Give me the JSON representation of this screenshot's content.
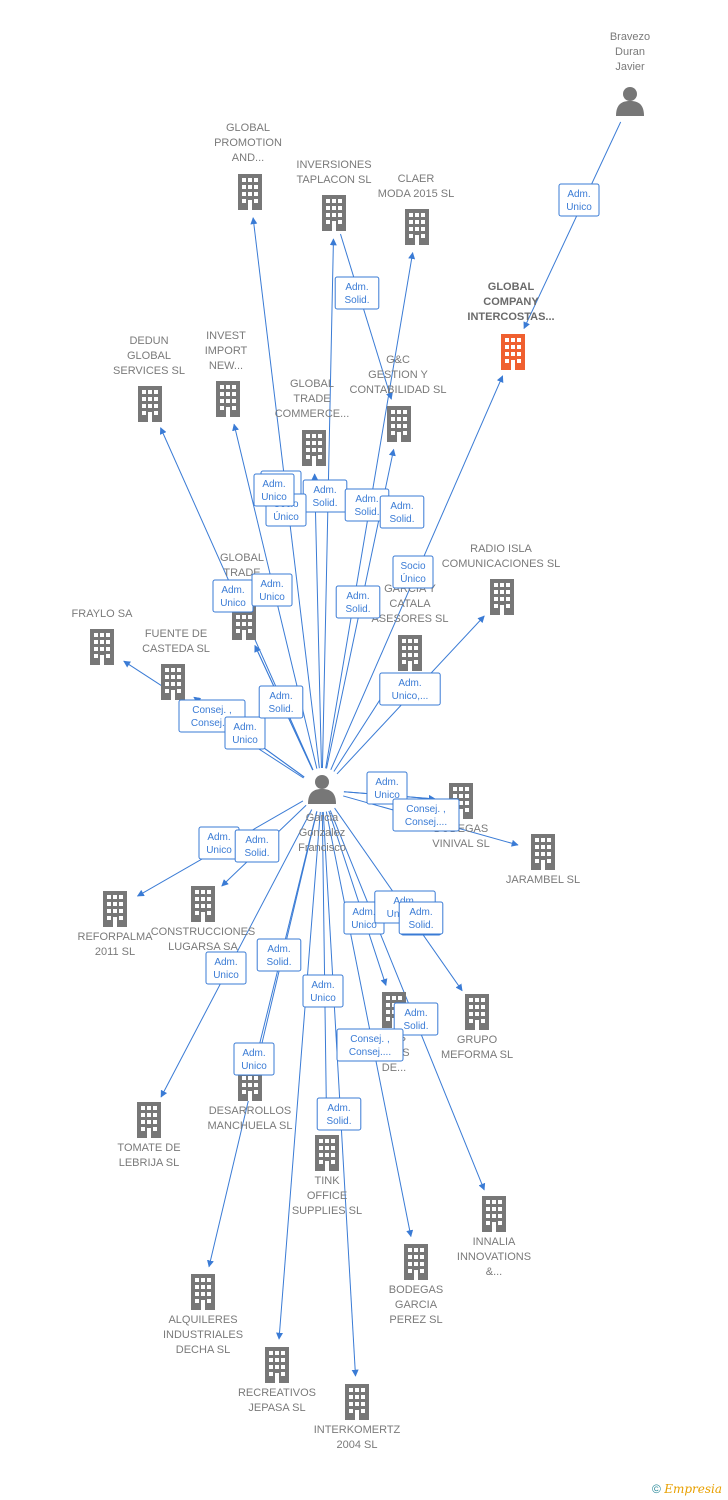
{
  "colors": {
    "edge": "#3a7bd5",
    "building": "#777777",
    "building_highlight": "#f06030",
    "person": "#777777",
    "label": "#7a7a7a"
  },
  "nodes": [
    {
      "id": "bravezo",
      "type": "person",
      "label": [
        "Bravezo",
        "Duran",
        "Javier"
      ]
    },
    {
      "id": "global_promotion",
      "type": "company",
      "label": [
        "GLOBAL",
        "PROMOTION",
        "AND..."
      ]
    },
    {
      "id": "inversiones",
      "type": "company",
      "label": [
        "INVERSIONES",
        "TAPLACON SL"
      ]
    },
    {
      "id": "claer",
      "type": "company",
      "label": [
        "CLAER",
        "MODA 2015 SL"
      ]
    },
    {
      "id": "global_company",
      "type": "company_highlight",
      "label": [
        "GLOBAL",
        "COMPANY",
        "INTERCOSTAS..."
      ]
    },
    {
      "id": "dedun",
      "type": "company",
      "label": [
        "DEDUN",
        "GLOBAL",
        "SERVICES SL"
      ]
    },
    {
      "id": "invest",
      "type": "company",
      "label": [
        "INVEST",
        "IMPORT",
        "NEW..."
      ]
    },
    {
      "id": "gc_gestion",
      "type": "company",
      "label": [
        "G&C",
        "GESTION Y",
        "CONTABILIDAD SL"
      ]
    },
    {
      "id": "global_trade_commerce",
      "type": "company",
      "label": [
        "GLOBAL",
        "TRADE",
        "COMMERCE..."
      ]
    },
    {
      "id": "global_trade2",
      "type": "company",
      "label": [
        "GLOBAL",
        "TRADE",
        "C..."
      ]
    },
    {
      "id": "radio_isla",
      "type": "company",
      "label": [
        "RADIO ISLA",
        "COMUNICACIONES SL"
      ]
    },
    {
      "id": "garcia_catala",
      "type": "company",
      "label": [
        "GARCIA Y",
        "CATALA",
        "ASESORES SL"
      ]
    },
    {
      "id": "fraylo",
      "type": "company",
      "label": [
        "FRAYLO SA"
      ]
    },
    {
      "id": "fuente",
      "type": "company",
      "label": [
        "FUENTE DE",
        "CASTEDA SL"
      ]
    },
    {
      "id": "garcia_gonzalez",
      "type": "person",
      "label": [
        "Garcia",
        "Gonzalez",
        "Francisco"
      ]
    },
    {
      "id": "bodegas_vinival",
      "type": "company",
      "label": [
        "BODEGAS",
        "VINIVAL SL"
      ]
    },
    {
      "id": "jarambel",
      "type": "company",
      "label": [
        "JARAMBEL SL"
      ]
    },
    {
      "id": "reforpalma",
      "type": "company",
      "label": [
        "REFORPALMA",
        "2011 SL"
      ]
    },
    {
      "id": "construcciones",
      "type": "company",
      "label": [
        "CONSTRUCCIONES",
        "LUGARSA SA"
      ]
    },
    {
      "id": "grupo_meforma",
      "type": "company",
      "label": [
        "GRUPO",
        "MEFORMA SL"
      ]
    },
    {
      "id": "bodegas_de",
      "type": "company",
      "label": [
        "...AS",
        "...SAS",
        "DE..."
      ]
    },
    {
      "id": "desarrollos",
      "type": "company",
      "label": [
        "DESARROLLOS",
        "MANCHUELA SL"
      ]
    },
    {
      "id": "tomate",
      "type": "company",
      "label": [
        "TOMATE DE",
        "LEBRIJA SL"
      ]
    },
    {
      "id": "tink",
      "type": "company",
      "label": [
        "TINK",
        "OFFICE",
        "SUPPLIES SL"
      ]
    },
    {
      "id": "innalia",
      "type": "company",
      "label": [
        "INNALIA",
        "INNOVATIONS",
        "&..."
      ]
    },
    {
      "id": "bodegas_garcia",
      "type": "company",
      "label": [
        "BODEGAS",
        "GARCIA",
        "PEREZ SL"
      ]
    },
    {
      "id": "alquileres",
      "type": "company",
      "label": [
        "ALQUILERES",
        "INDUSTRIALES",
        "DECHA SL"
      ]
    },
    {
      "id": "recreativos",
      "type": "company",
      "label": [
        "RECREATIVOS",
        "JEPASA SL"
      ]
    },
    {
      "id": "interkomertz",
      "type": "company",
      "label": [
        "INTERKOMERTZ",
        "2004 SL"
      ]
    }
  ],
  "relations": [
    {
      "id": "r1",
      "lines": [
        "Adm.",
        "Unico"
      ]
    },
    {
      "id": "r2",
      "lines": [
        "Adm.",
        "Solid."
      ]
    },
    {
      "id": "r3",
      "lines": [
        "Adm.",
        "Unico"
      ]
    },
    {
      "id": "r4",
      "lines": [
        "Adm.",
        "Solid."
      ]
    },
    {
      "id": "r5",
      "lines": [
        "Socio",
        "Único"
      ]
    },
    {
      "id": "r6",
      "lines": [
        "Adm.",
        "Solid."
      ]
    },
    {
      "id": "r7",
      "lines": [
        "Adm.",
        "Solid."
      ]
    },
    {
      "id": "r8",
      "lines": [
        "Socio",
        "Único"
      ]
    },
    {
      "id": "r9",
      "lines": [
        "Adm.",
        "Unico"
      ]
    },
    {
      "id": "r10",
      "lines": [
        "Adm.",
        "Unico"
      ]
    },
    {
      "id": "r11",
      "lines": [
        "Adm.",
        "Unico"
      ]
    },
    {
      "id": "r12",
      "lines": [
        "Adm.",
        "Solid."
      ]
    },
    {
      "id": "r13",
      "lines": [
        "Adm.",
        "Unico"
      ]
    },
    {
      "id": "r14",
      "lines": [
        "Adm.",
        "Unico,..."
      ]
    },
    {
      "id": "r15",
      "lines": [
        "Consej. ,",
        "Consej...."
      ]
    },
    {
      "id": "r16",
      "lines": [
        "Adm.",
        "Unico"
      ]
    },
    {
      "id": "r17",
      "lines": [
        "Adm.",
        "Solid."
      ]
    },
    {
      "id": "r18",
      "lines": [
        "Adm.",
        "Unico"
      ]
    },
    {
      "id": "r19",
      "lines": [
        "Consej. ,",
        "Consej...."
      ]
    },
    {
      "id": "r20",
      "lines": [
        "Adm.",
        "Unico"
      ]
    },
    {
      "id": "r21",
      "lines": [
        "Adm.",
        "Solid."
      ]
    },
    {
      "id": "r22",
      "lines": [
        "Adm.",
        "Unico"
      ]
    },
    {
      "id": "r23",
      "lines": [
        "Adm.",
        "Unico,..."
      ]
    },
    {
      "id": "r24",
      "lines": [
        "Adm.",
        "Unico"
      ]
    },
    {
      "id": "r25",
      "lines": [
        "Adm.",
        "Unico"
      ]
    },
    {
      "id": "r26",
      "lines": [
        "Adm.",
        "Solid."
      ]
    },
    {
      "id": "r27",
      "lines": [
        "Adm.",
        "Unico"
      ]
    },
    {
      "id": "r28",
      "lines": [
        "Adm.",
        "Solid."
      ]
    },
    {
      "id": "r29",
      "lines": [
        "Consej. ,",
        "Consej...."
      ]
    },
    {
      "id": "r30",
      "lines": [
        "Adm.",
        "Solid."
      ]
    },
    {
      "id": "r31",
      "lines": [
        "Adm.",
        "Unico"
      ]
    },
    {
      "id": "r32",
      "lines": [
        "Adm.",
        "Solid."
      ]
    }
  ],
  "footer": {
    "copyright": "©",
    "brand": "Empresia"
  }
}
